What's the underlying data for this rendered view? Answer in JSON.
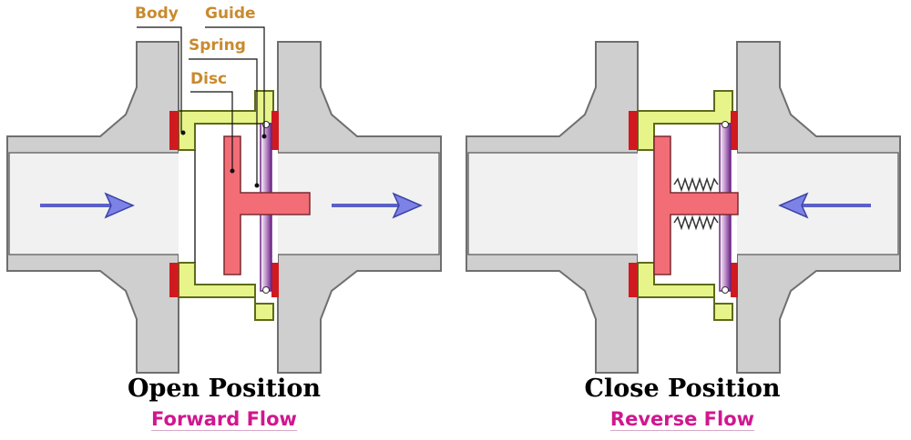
{
  "labels": {
    "body": "Body",
    "guide": "Guide",
    "spring": "Spring",
    "disc": "Disc"
  },
  "panels": [
    {
      "title": "Open Position",
      "subtitle": "Forward Flow"
    },
    {
      "title": "Close Position",
      "subtitle": "Reverse Flow"
    }
  ],
  "colors": {
    "flange": "#cfcfcf",
    "pipe_interior": "#f1f1f1",
    "outline": "#6f6f6f",
    "body": "#e7f48a",
    "body_outline": "#5e6a1a",
    "disc": "#f36d76",
    "seal": "#d01a20",
    "guide_spring": "#7b2f8f",
    "arrow": "#7d82e6",
    "label": "#c98a2e",
    "subtitle": "#d0178f"
  }
}
